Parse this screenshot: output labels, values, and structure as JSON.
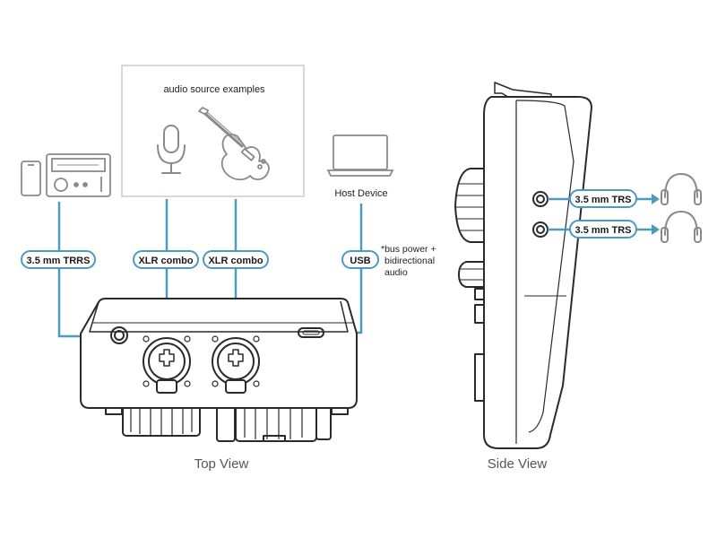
{
  "sources_box": {
    "title": "audio source examples"
  },
  "host": {
    "label": "Host Device"
  },
  "connections": {
    "trrs": "3.5 mm TRRS",
    "xlr_1": "XLR combo",
    "xlr_2": "XLR combo",
    "usb": "USB",
    "trs_1": "3.5 mm TRS",
    "trs_2": "3.5 mm TRS"
  },
  "usb_note": {
    "line1": "*bus power +",
    "line2": "bidirectional",
    "line3": "audio"
  },
  "captions": {
    "top_view": "Top View",
    "side_view": "Side View"
  },
  "colors": {
    "accent": "#4a9bbe",
    "outline": "#2a2a2a",
    "gray_icon": "#8a8a8a",
    "box_border": "#cccccc"
  },
  "icons": [
    "smartphone-icon",
    "radio-icon",
    "microphone-icon",
    "guitar-icon",
    "laptop-icon",
    "headphones-icon"
  ]
}
